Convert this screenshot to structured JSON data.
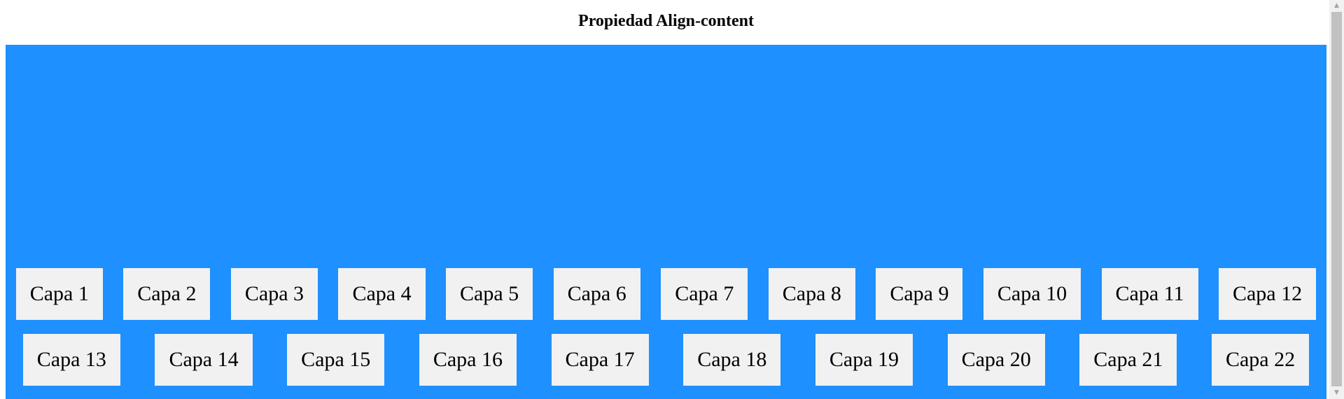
{
  "page": {
    "title": "Propiedad Align-content"
  },
  "container": {
    "background_color": "#1e90ff",
    "item_background_color": "#f1f1f1",
    "items": [
      "Capa 1",
      "Capa 2",
      "Capa 3",
      "Capa 4",
      "Capa 5",
      "Capa 6",
      "Capa 7",
      "Capa 8",
      "Capa 9",
      "Capa 10",
      "Capa 11",
      "Capa 12",
      "Capa 13",
      "Capa 14",
      "Capa 15",
      "Capa 16",
      "Capa 17",
      "Capa 18",
      "Capa 19",
      "Capa 20",
      "Capa 21",
      "Capa 22"
    ]
  },
  "scrollbar": {
    "up_icon": "scroll-up-arrow-icon",
    "down_icon": "scroll-down-arrow-icon"
  }
}
